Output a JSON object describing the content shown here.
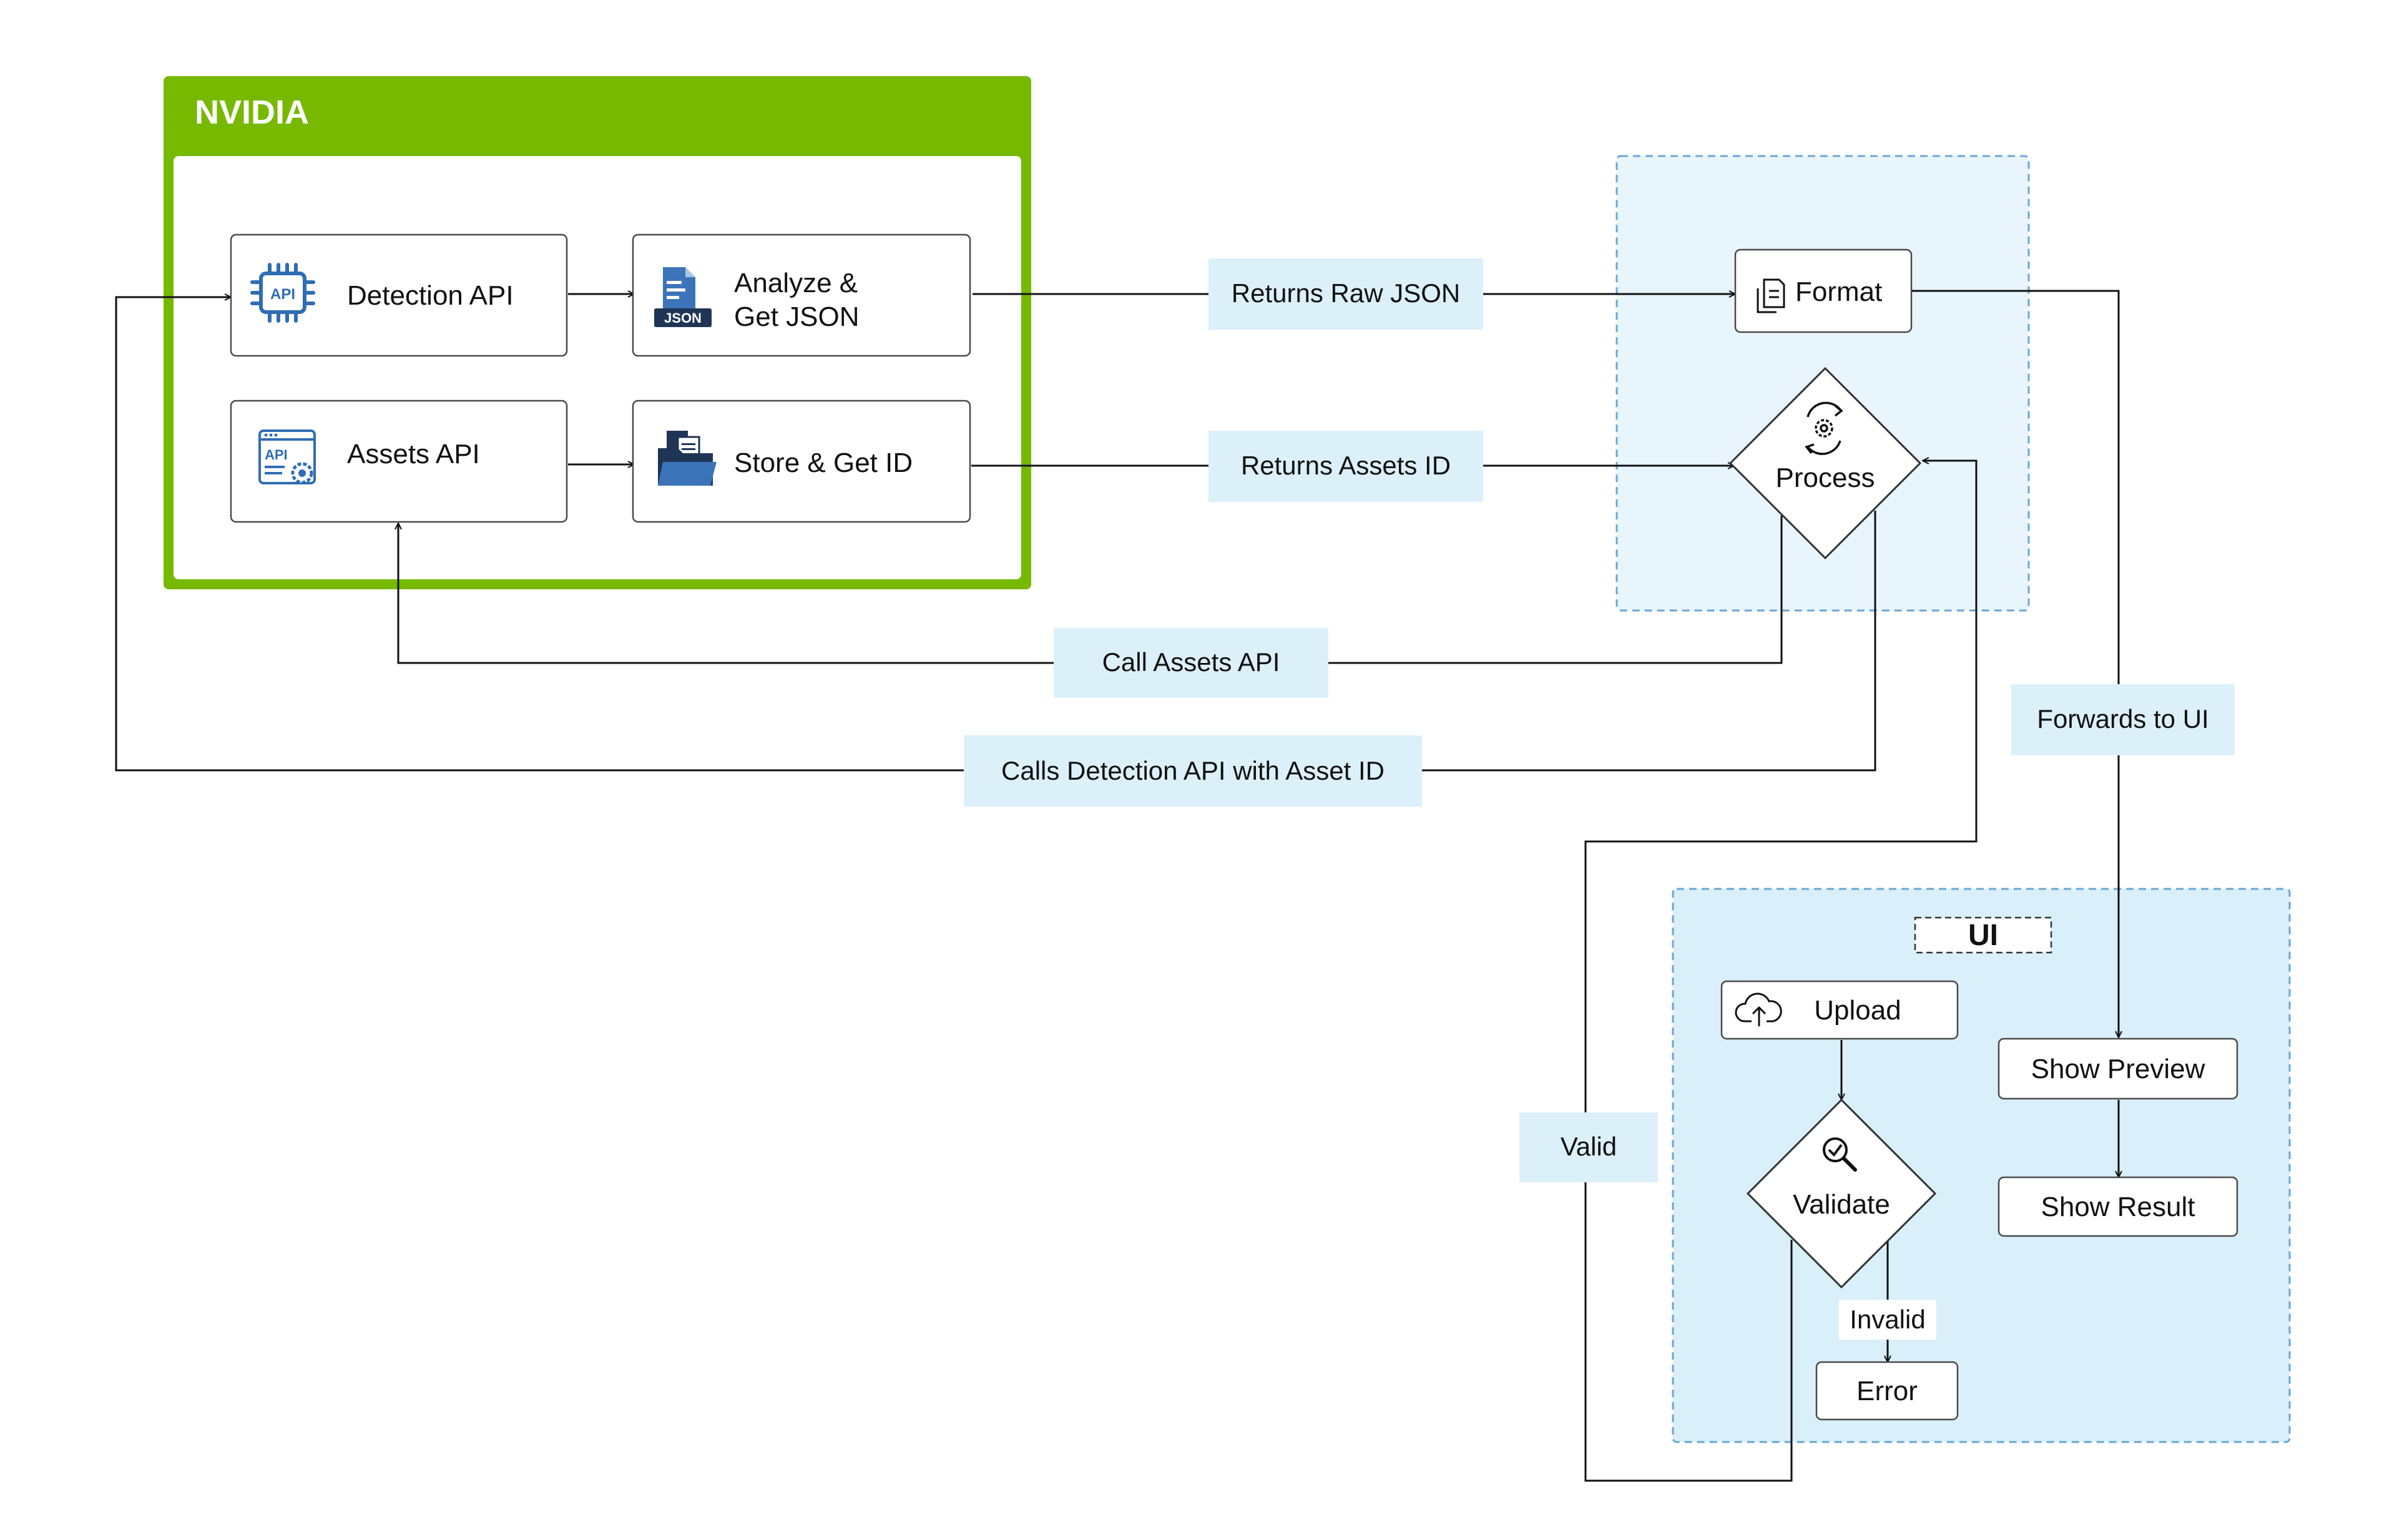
{
  "colors": {
    "brand_green": "#76b900",
    "zone_fill": "#e8f5fc",
    "ui_zone_fill": "#d9eff9",
    "zone_dash": "#6aa6d6",
    "label_fill": "#dcf0fa",
    "icon_blue": "#2f6db5"
  },
  "nvidia": {
    "title": "NVIDIA"
  },
  "nodes": {
    "detection_api": "Detection API",
    "analyze_line1": "Analyze &",
    "analyze_line2": "Get JSON",
    "json_badge": "JSON",
    "assets_api": "Assets API",
    "store_get_id": "Store & Get ID",
    "format": "Format",
    "process": "Process",
    "ui_title": "UI",
    "upload": "Upload",
    "validate": "Validate",
    "error": "Error",
    "show_preview": "Show Preview",
    "show_result": "Show Result"
  },
  "icons": {
    "detection_api": "api-chip-icon",
    "detection_api_text": "API",
    "assets_api": "api-window-gear-icon",
    "assets_api_text": "API",
    "analyze": "json-document-icon",
    "store": "folder-documents-icon",
    "format": "document-icon",
    "process": "sync-gear-icon",
    "upload": "cloud-upload-icon",
    "validate": "magnifier-check-icon"
  },
  "edge_labels": {
    "returns_raw_json": "Returns Raw JSON",
    "returns_assets_id": "Returns Assets ID",
    "call_assets_api": "Call Assets API",
    "calls_detection_api": "Calls Detection API with Asset ID",
    "forwards_to_ui": "Forwards to UI",
    "valid": "Valid",
    "invalid": "Invalid"
  }
}
